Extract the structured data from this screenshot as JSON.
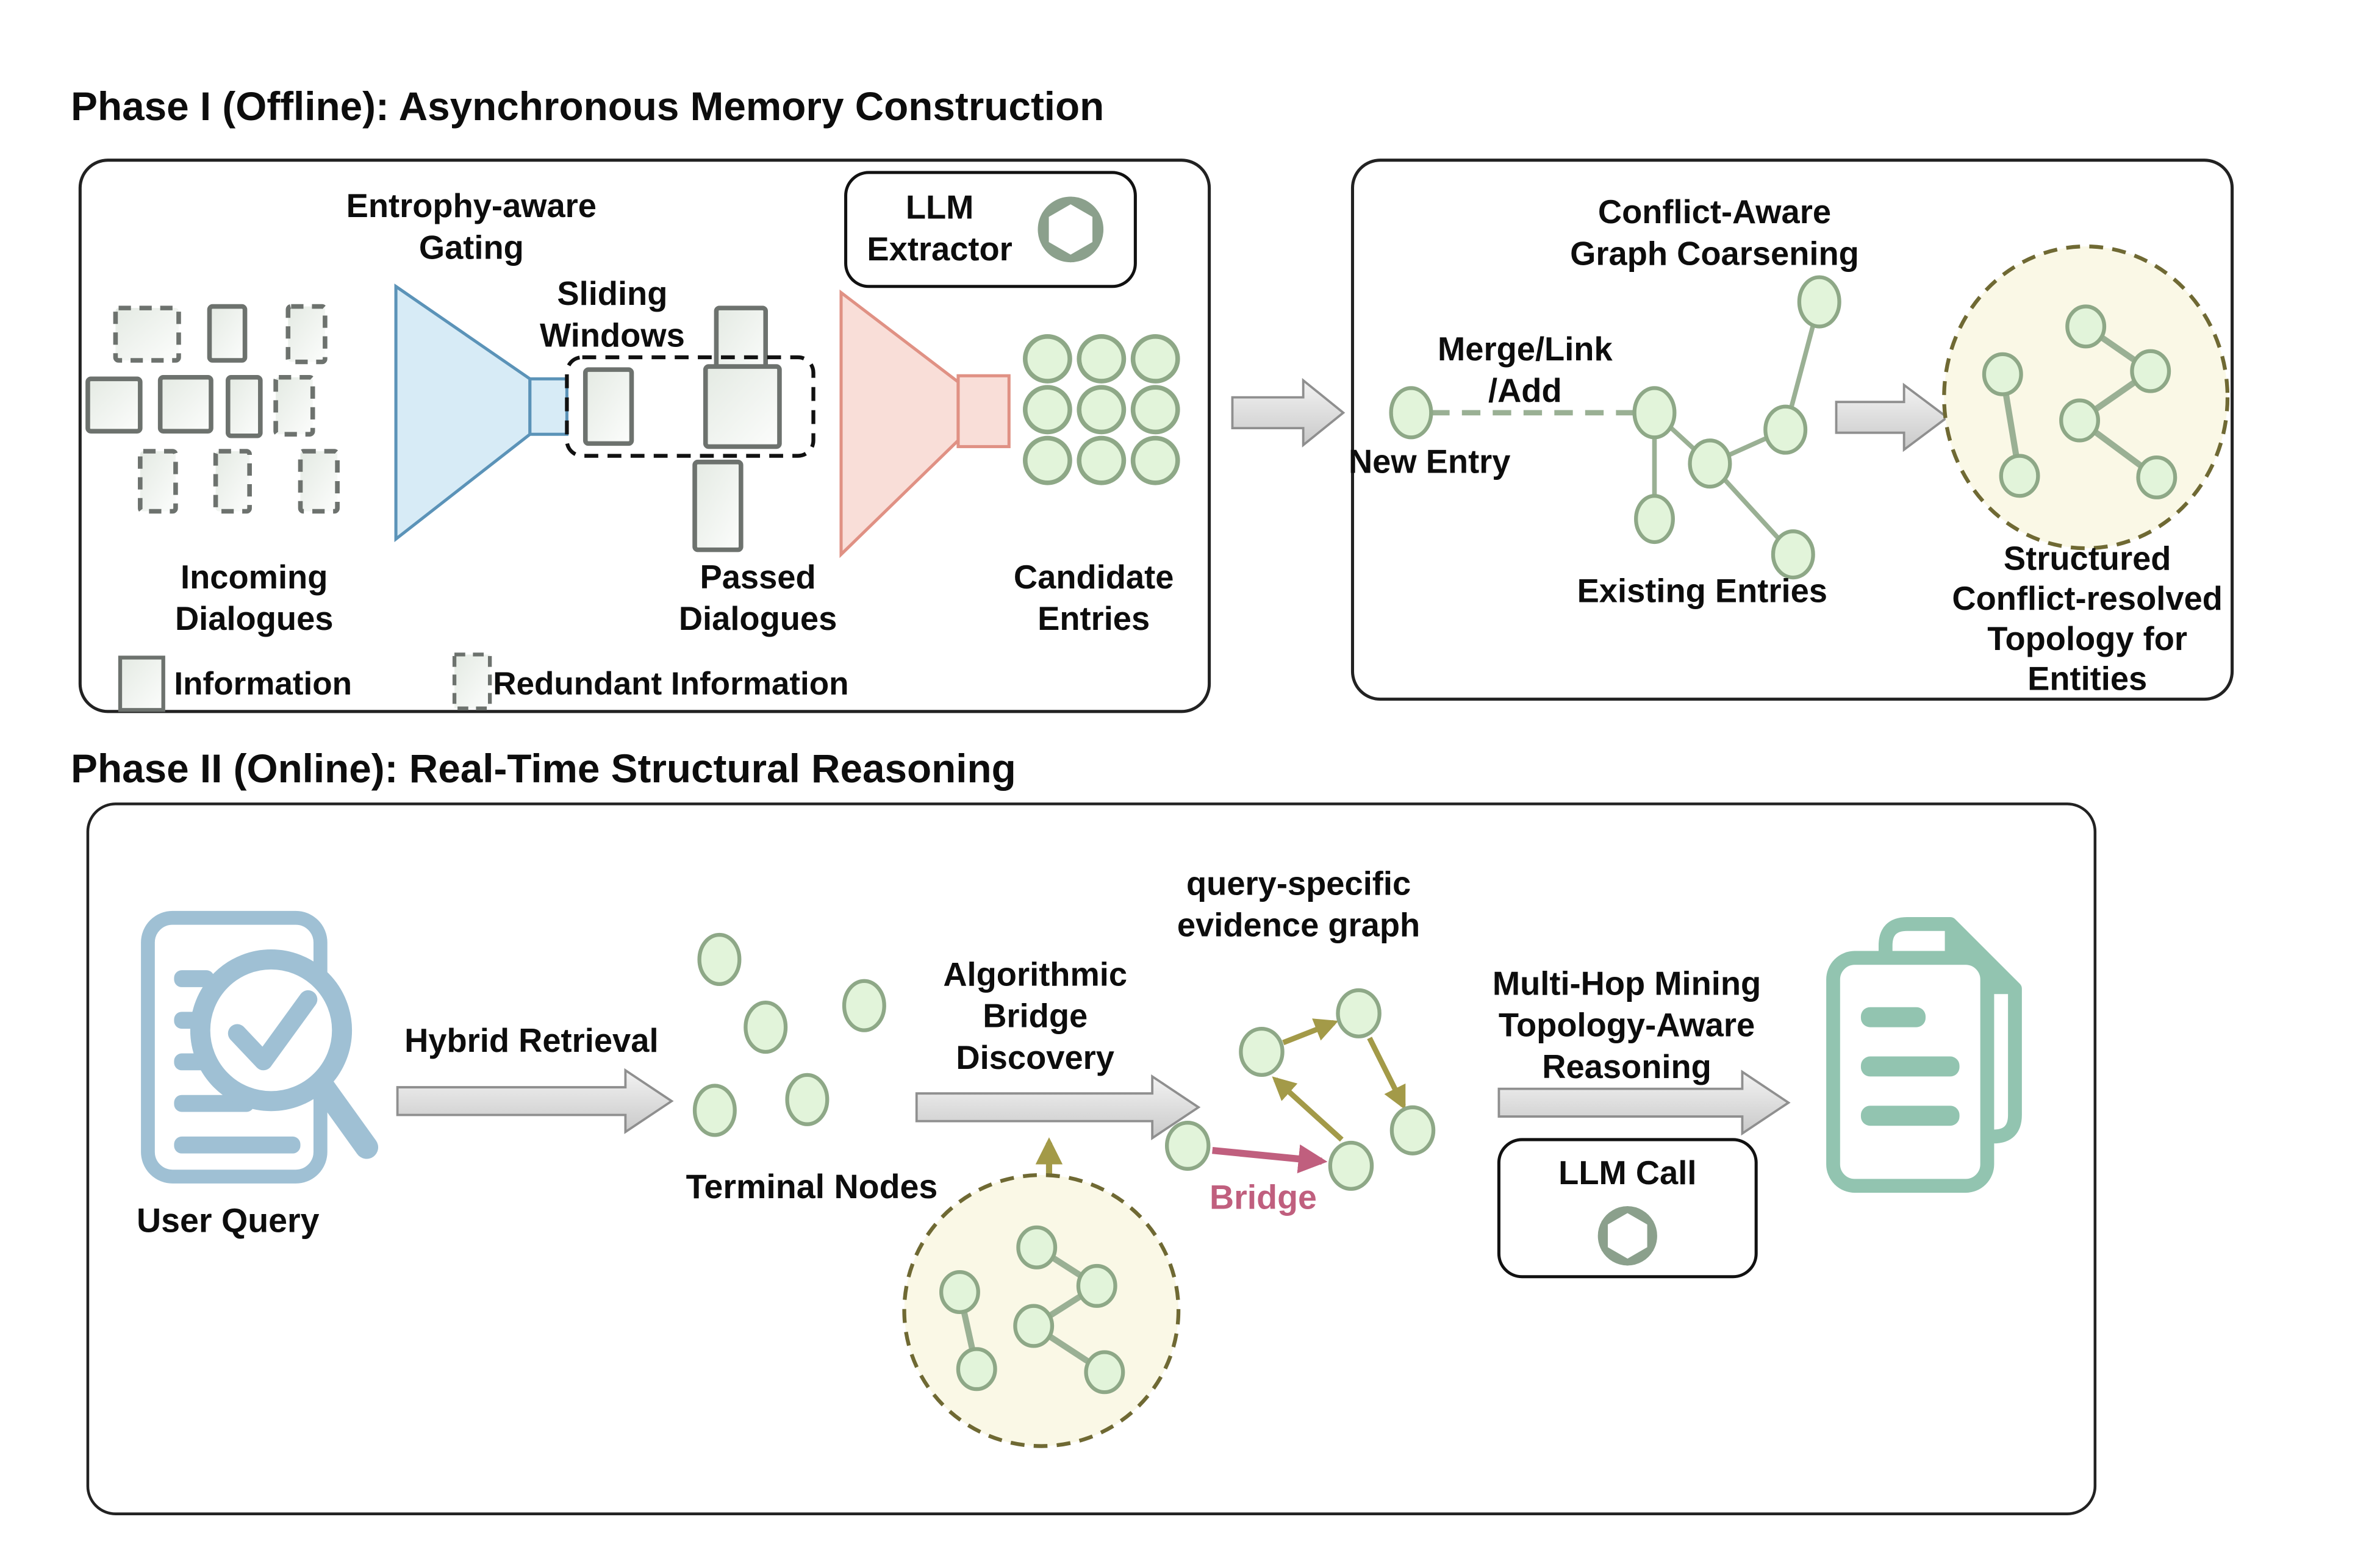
{
  "phase1": {
    "title": "Phase I (Offline): Asynchronous Memory Construction",
    "gating": [
      "Entrophy-aware",
      "Gating"
    ],
    "sliding": [
      "Sliding",
      "Windows"
    ],
    "incoming": [
      "Incoming",
      "Dialogues"
    ],
    "passed": [
      "Passed",
      "Dialogues"
    ],
    "candidate": [
      "Candidate",
      "Entries"
    ],
    "llm_extractor": [
      "LLM",
      "Extractor"
    ],
    "legend": {
      "information": "Information",
      "redundant": "Redundant Information"
    },
    "coarsening": [
      "Conflict-Aware",
      "Graph Coarsening"
    ],
    "merge": [
      "Merge/Link",
      "/Add"
    ],
    "new_entry": "New Entry",
    "existing_entries": "Existing Entries",
    "structured": [
      "Structured",
      "Conflict-resolved",
      "Topology for",
      "Entities"
    ]
  },
  "phase2": {
    "title": "Phase II (Online): Real-Time Structural Reasoning",
    "user_query": "User Query",
    "hybrid_retrieval": "Hybrid Retrieval",
    "terminal_nodes": "Terminal Nodes",
    "algorithmic": [
      "Algorithmic",
      "Bridge",
      "Discovery"
    ],
    "evidence": [
      "query-specific",
      "evidence graph"
    ],
    "bridge": "Bridge",
    "multihop": [
      "Multi-Hop Mining",
      "Topology-Aware",
      "Reasoning"
    ],
    "llm_call": "LLM Call"
  },
  "icons": {
    "llm_logo": "openai-logo",
    "user_query": "document-with-magnifier-check",
    "output": "stacked-documents"
  },
  "colors": {
    "node_fill": "#e2f4da",
    "node_stroke": "#8ea887",
    "edge": "#9ab094",
    "funnel_blue_fill": "#d7ebf6",
    "funnel_blue_stroke": "#5b93b8",
    "funnel_pink_fill": "#f9ded8",
    "funnel_pink_stroke": "#e09184",
    "halo_fill": "#faf8e6",
    "halo_stroke": "#6f6933",
    "bridge_pink": "#c05f7e",
    "olive_arrow": "#a39a48",
    "query_blue": "#9fc0d4",
    "doc_teal": "#92c4b0",
    "openai_sage": "#8ba08c",
    "arrow_gray": "#dedede"
  }
}
